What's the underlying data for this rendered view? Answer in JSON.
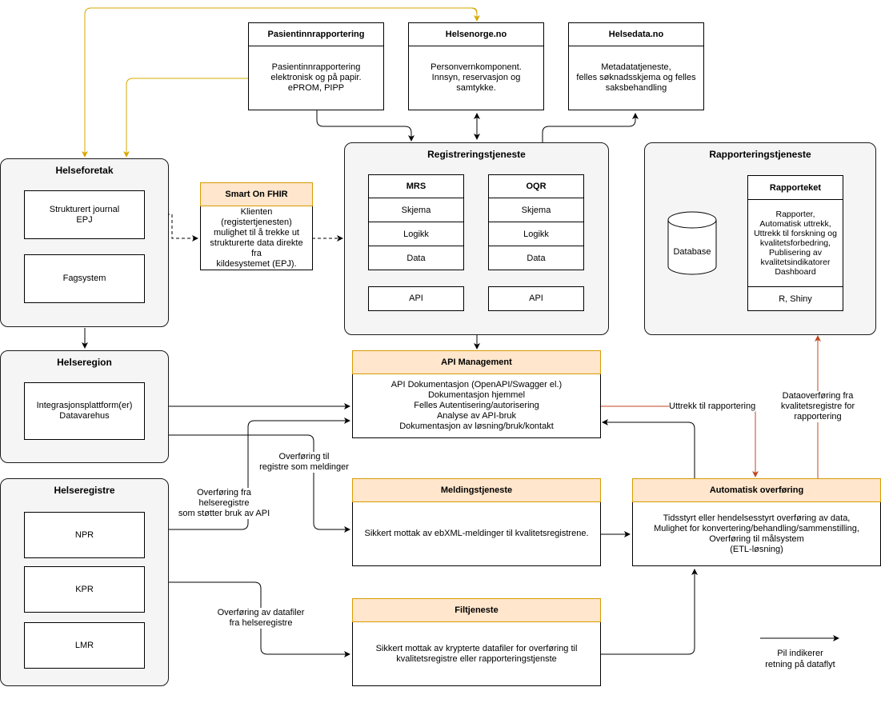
{
  "top": {
    "pasient": {
      "title": "Pasientinnrapportering",
      "body": "Pasientinnrapportering\nelektronisk og på papir.\nePROM, PIPP"
    },
    "helsenorge": {
      "title": "Helsenorge.no",
      "body": "Personvernkomponent.\nInnsyn, reservasjon og samtykke."
    },
    "helsedata": {
      "title": "Helsedata.no",
      "body": "Metadatatjeneste,\nfelles søknadsskjema og felles\nsaksbehandling"
    }
  },
  "helseforetak": {
    "title": "Helseforetak",
    "epj": "Strukturert journal\nEPJ",
    "fagsystem": "Fagsystem"
  },
  "smart": {
    "title": "Smart On FHIR",
    "body": "Klienten (registertjenesten)\nmulighet til å trekke ut\nstrukturerte data direkte fra\nkildesystemet (EPJ)."
  },
  "registrering": {
    "title": "Registreringstjeneste",
    "mrs": {
      "title": "MRS",
      "rows": [
        "Skjema",
        "Logikk",
        "Data"
      ],
      "api": "API"
    },
    "oqr": {
      "title": "OQR",
      "rows": [
        "Skjema",
        "Logikk",
        "Data"
      ],
      "api": "API"
    }
  },
  "rapportering": {
    "title": "Rapporteringstjeneste",
    "database": "Database",
    "rapporteket": {
      "title": "Rapporteket",
      "body": "Rapporter,\nAutomatisk uttrekk,\nUttrekk til forskning og\nkvalitetsforbedring,\nPublisering av\nkvalitetsindikatorer\nDashboard",
      "footer": "R, Shiny"
    }
  },
  "helseregion": {
    "title": "Helseregion",
    "box": "Integrasjonsplattform(er)\nDatavarehus"
  },
  "api_mgmt": {
    "title": "API Management",
    "body": "API Dokumentasjon (OpenAPI/Swagger el.)\nDokumentasjon hjemmel\nFelles Autentisering/autorisering\nAnalyse av API-bruk\nDokumentasjon av løsning/bruk/kontakt"
  },
  "helseregistre": {
    "title": "Helseregistre",
    "items": [
      "NPR",
      "KPR",
      "LMR"
    ]
  },
  "meldings": {
    "title": "Meldingstjeneste",
    "body": "Sikkert mottak av ebXML-meldinger til kvalitetsregistrene."
  },
  "automatisk": {
    "title": "Automatisk overføring",
    "body": "Tidsstyrt eller hendelsesstyrt overføring av data,\nMulighet for konvertering/behandling/sammenstilling,\nOverføring til målsystem\n(ETL-løsning)"
  },
  "fil": {
    "title": "Filtjeneste",
    "body": "Sikkert mottak av krypterte datafiler for overføring til\nkvalitetsregistre eller rapporteringstjenste"
  },
  "labels": {
    "uttrekk": "Uttrekk til rapportering",
    "dataoverforing": "Dataoverføring fra\nkvalitetsregistre for\nrapportering",
    "overforing_meldinger": "Overføring til\nregistre som meldinger",
    "overforing_api": "Overføring fra\nhelseregistre\nsom støtter bruk av API",
    "overforing_datafiler": "Overføring av datafiler\nfra helseregistre"
  },
  "legend": {
    "text": "Pil indikerer\nretning på dataflyt"
  },
  "colors": {
    "orange_fill": "#ffe6cc",
    "orange_border": "#d79b00",
    "gold_arrow": "#d6a800",
    "red_arrow": "#c0461e",
    "group_fill": "#f5f5f5"
  }
}
